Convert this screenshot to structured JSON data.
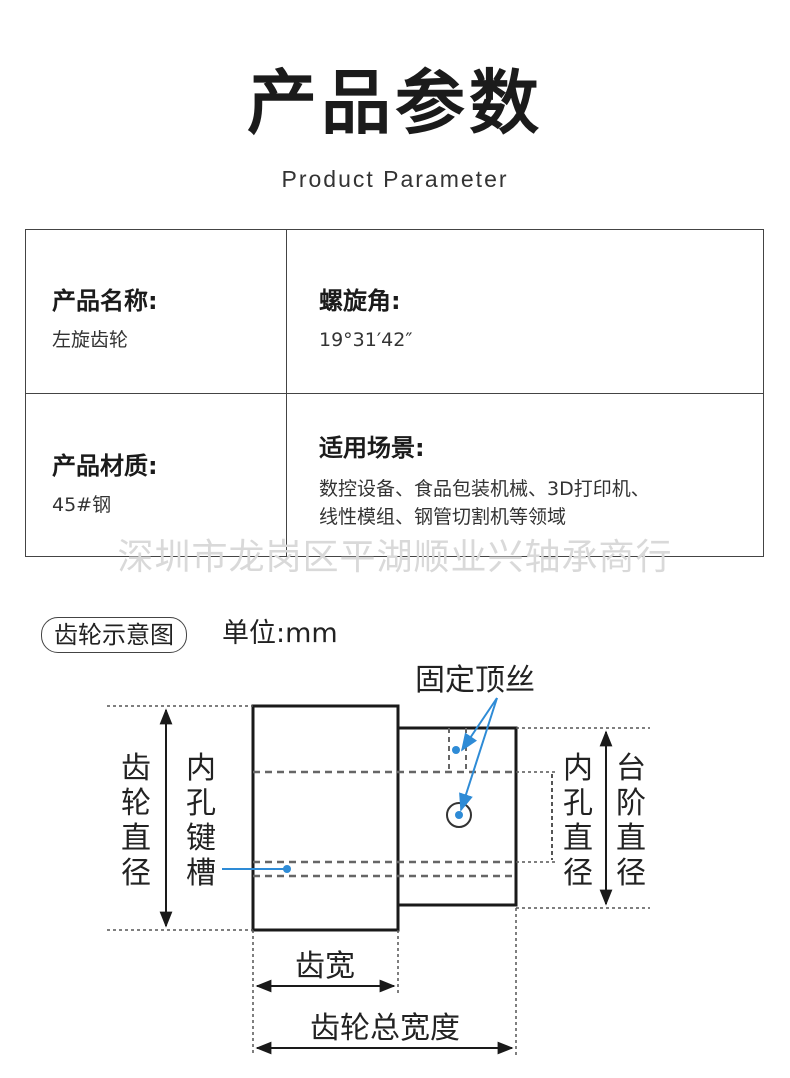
{
  "header": {
    "title": "产品参数",
    "subtitle": "Product Parameter"
  },
  "params": [
    {
      "label": "产品名称:",
      "value": "左旋齿轮"
    },
    {
      "label": "螺旋角:",
      "value": "19°31′42″"
    },
    {
      "label": "产品材质:",
      "value": "45#钢"
    },
    {
      "label": "适用场景:",
      "value_lines": [
        "数控设备、食品包装机械、3D打印机、",
        "线性模组、钢管切割机等领域"
      ]
    }
  ],
  "watermark": "深圳市龙岗区平湖顺业兴轴承商行",
  "diagram": {
    "title": "齿轮示意图",
    "unit": "单位:mm",
    "labels": {
      "set_screw": "固定顶丝",
      "gear_diameter": [
        "齿",
        "轮",
        "直",
        "径"
      ],
      "keyway": [
        "内",
        "孔",
        "键",
        "槽"
      ],
      "bore_diameter": [
        "内",
        "孔",
        "直",
        "径"
      ],
      "step_diameter": [
        "台",
        "阶",
        "直",
        "径"
      ],
      "tooth_width": "齿宽",
      "total_width": "齿轮总宽度"
    },
    "colors": {
      "line": "#1a1a1a",
      "dash": "#666666",
      "pointer": "#2e8bd6"
    }
  }
}
